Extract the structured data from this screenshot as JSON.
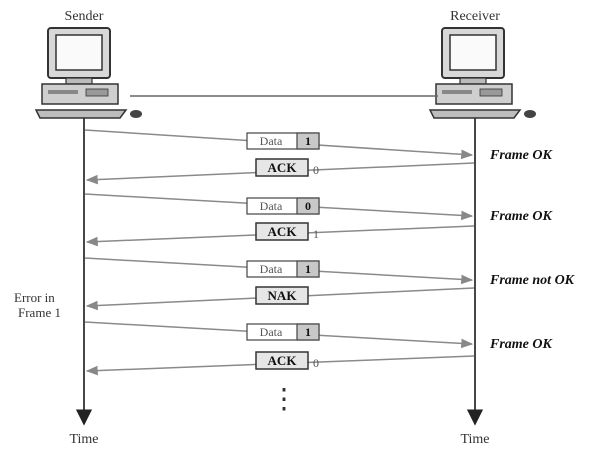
{
  "sender_label": "Sender",
  "receiver_label": "Receiver",
  "time_left": "Time",
  "time_right": "Time",
  "error_note": [
    "Error in",
    "Frame 1"
  ],
  "continuation": "⋮",
  "exchanges": [
    {
      "data_label": "Data",
      "frame_no": "1",
      "status": "Frame OK",
      "reply_label": "ACK",
      "reply_no": "0"
    },
    {
      "data_label": "Data",
      "frame_no": "0",
      "status": "Frame OK",
      "reply_label": "ACK",
      "reply_no": "1"
    },
    {
      "data_label": "Data",
      "frame_no": "1",
      "status": "Frame not OK",
      "reply_label": "NAK",
      "reply_no": ""
    },
    {
      "data_label": "Data",
      "frame_no": "1",
      "status": "Frame OK",
      "reply_label": "ACK",
      "reply_no": "0"
    }
  ],
  "icons": [
    "computer-icon",
    "computer-icon"
  ],
  "colors": {
    "line": "#8a8a8a",
    "axis": "#333333",
    "box_fill": "#e6e6e6",
    "num_fill": "#c8c8c8"
  }
}
